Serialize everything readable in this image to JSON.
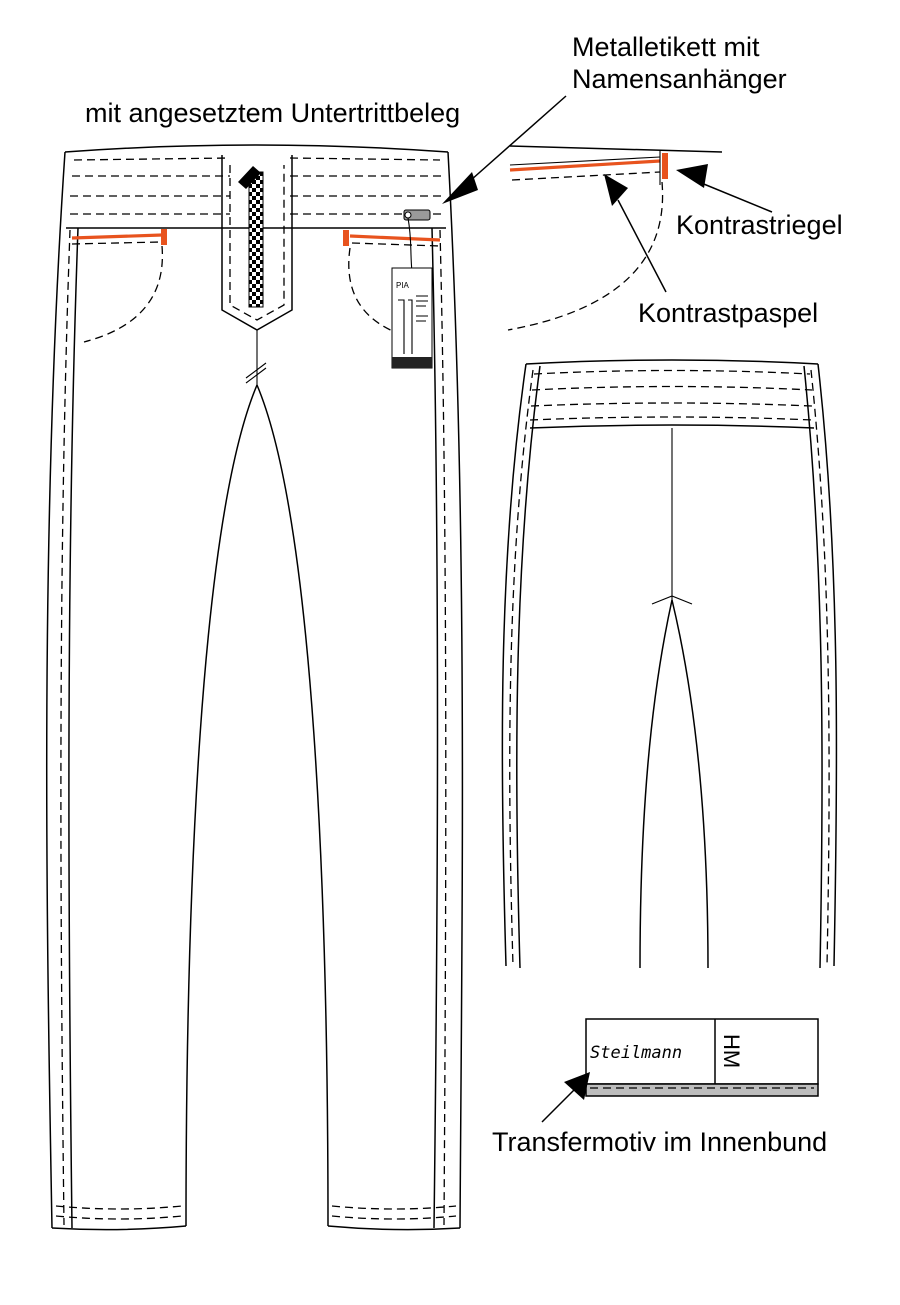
{
  "labels": {
    "untertritt": "mit angesetztem Untertrittbeleg",
    "metall_line1": "Metalletikett mit",
    "metall_line2": "Namensanhänger",
    "kontrastriegel": "Kontrastriegel",
    "kontrastpaspel": "Kontrastpaspel",
    "transfermotiv": "Transfermotiv im Innenbund"
  },
  "innenbund": {
    "brand_text": "Steilmann",
    "side_text": "HM"
  },
  "hangtag": {
    "title": "PIA"
  },
  "colors": {
    "accent": "#e8531e",
    "line": "#000000",
    "band_fill": "#bdbdbd",
    "label_fill": "#9a9a9a"
  }
}
